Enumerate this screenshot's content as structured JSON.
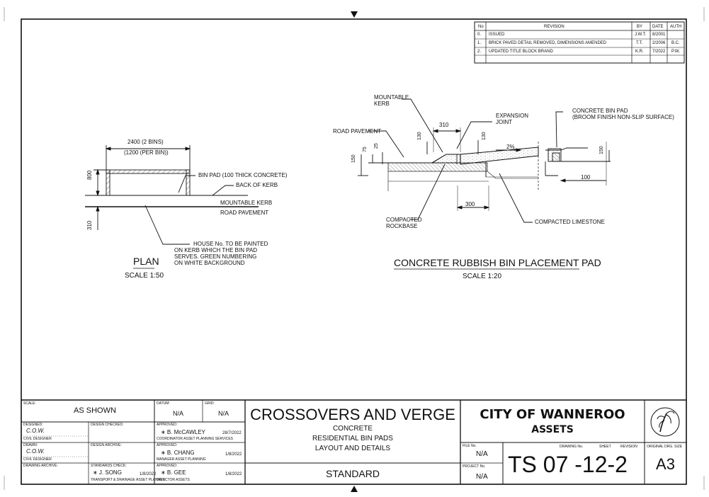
{
  "revisions": {
    "headers": {
      "no": "No",
      "revision": "REVISION",
      "by": "BY",
      "date": "DATE",
      "auth": "AUTH"
    },
    "rows": [
      {
        "no": "0.",
        "revision": "ISSUED",
        "by": "J.W.T.",
        "date": "8/2001",
        "auth": ""
      },
      {
        "no": "1.",
        "revision": "BRICK PAVED DETAIL REMOVED, DIMENSIONS AMENDED",
        "by": "T.T.",
        "date": "2/2006",
        "auth": "B.C."
      },
      {
        "no": "2.",
        "revision": "UPDATED TITLE BLOCK BRAND",
        "by": "K.R.",
        "date": "7/2022",
        "auth": "P.W."
      }
    ]
  },
  "plan": {
    "dim_top_1": "2400 (2 BINS)",
    "dim_top_2": "(1200 (PER BIN))",
    "dim_800": "800",
    "dim_310": "310",
    "label_bin_pad": "BIN PAD (100 THICK CONCRETE)",
    "label_back_of_kerb": "BACK OF KERB",
    "label_mountable_kerb": "MOUNTABLE KERB",
    "label_road_pavement": "ROAD PAVEMENT",
    "note_lines": [
      "HOUSE No. TO BE PAINTED",
      "ON KERB WHICH THE BIN PAD",
      "SERVES. GREEN NUMBERING",
      "ON WHITE BACKGROUND"
    ],
    "title": "PLAN",
    "scale": "SCALE 1:50"
  },
  "section": {
    "label_mountable_kerb_1": "MOUNTABLE",
    "label_mountable_kerb_2": "KERB",
    "label_road_pavement": "ROAD PAVEMENT",
    "label_expansion_1": "EXPANSION",
    "label_expansion_2": "JOINT",
    "label_bin_pad_1": "CONCRETE BIN PAD",
    "label_bin_pad_2": "(BROOM FINISH NON-SLIP SURFACE)",
    "dim_310": "310",
    "dim_130a": "130",
    "dim_130b": "130",
    "dim_150": "150",
    "dim_75": "75",
    "dim_25": "25",
    "dim_2pct": "2%",
    "dim_150b": "150",
    "dim_100": "100",
    "dim_300": "300",
    "label_rockbase_1": "COMPACTED",
    "label_rockbase_2": "ROCKBASE",
    "label_limestone": "COMPACTED LIMESTONE",
    "title": "CONCRETE RUBBISH BIN PLACEMENT PAD",
    "scale": "SCALE 1:20"
  },
  "titleblock": {
    "scale_label": "SCALE:",
    "scale_value": "AS SHOWN",
    "datum_label": "DATUM:",
    "datum_value": "N/A",
    "grid_label": "GRID:",
    "grid_value": "N/A",
    "designed_label": "DESIGNED:",
    "designed_value": "C.O.W.",
    "designed_role": "CIVIL DESIGNER",
    "design_checked_label": "DESIGN CHECKED:",
    "approved1_label": "APPROVED:",
    "approved1_name": "∗ B. McCAWLEY",
    "approved1_date": "28/7/2022",
    "approved1_role": "COORDINATOR ASSET PLANNING SERVICES",
    "drawn_label": "DRAWN:",
    "drawn_value": "C.O.W.",
    "drawn_role": "CIVIL DESIGNER",
    "design_archive_label": "DESIGN ARCHIVE:",
    "approved2_label": "APPROVED:",
    "approved2_name": "∗ B. CHANG",
    "approved2_date": "1/8/2022",
    "approved2_role": "MANAGER ASSET PLANNING",
    "drawing_archive_label": "DRAWING ARCHIVE:",
    "standards_label": "STANDARDS CHECK:",
    "standards_name": "∗ J. SONG",
    "standards_date": "1/8/2022",
    "standards_role": "TRANSPORT & DRAINAGE ASSET PLANNER",
    "approved3_label": "APPROVED:",
    "approved3_name": "∗ B. GEE",
    "approved3_date": "1/8/2022",
    "approved3_role": "DIRECTOR ASSETS",
    "title_main": "CROSSOVERS AND VERGE",
    "title_sub_1": "CONCRETE",
    "title_sub_2": "RESIDENTIAL BIN PADS",
    "title_sub_3": "LAYOUT AND DETAILS",
    "title_standard": "STANDARD",
    "org_name": "CITY OF WANNEROO",
    "org_dept": "ASSETS",
    "file_label": "FILE No.",
    "file_value": "N/A",
    "project_label": "PROJECT No.",
    "project_value": "N/A",
    "drawing_no_label": "DRAWING No.",
    "sheet_label": "SHEET",
    "revision_label": "REVISION",
    "drawing_number": "TS 07 -12-2",
    "orig_size_label": "ORIGINAL DRG. SIZE",
    "orig_size_value": "A3"
  }
}
